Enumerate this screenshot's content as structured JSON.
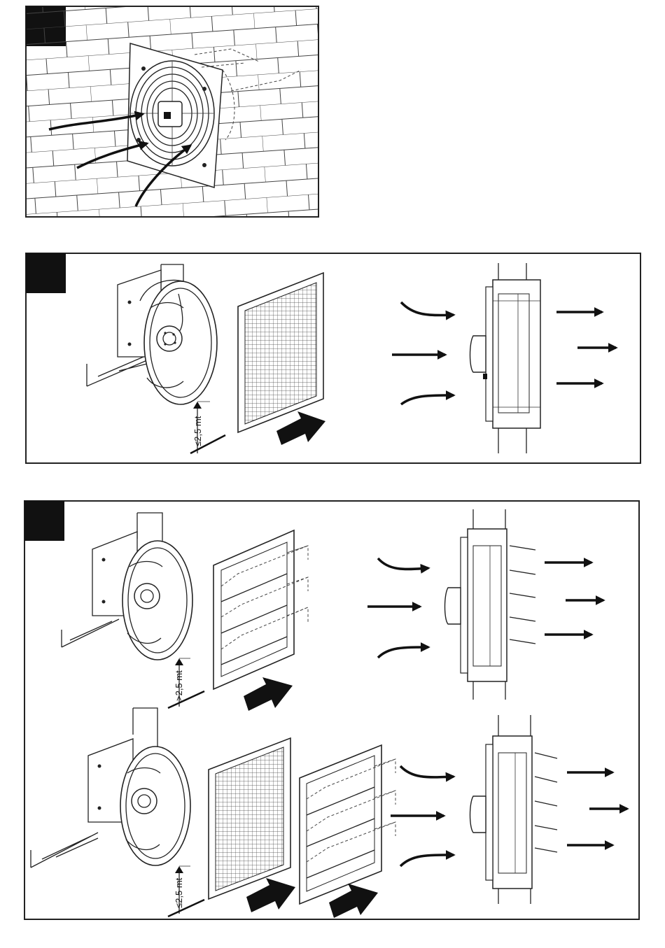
{
  "panels": [
    {
      "id": "wall-mount",
      "height_label": ""
    },
    {
      "id": "guard-installation",
      "height_label": "≤2,5 mt"
    },
    {
      "id": "shutter-installation",
      "height_label": ">2,5 mt"
    },
    {
      "id": "guard-and-shutter-installation",
      "height_label": "≤2,5 mt"
    }
  ],
  "colors": {
    "ink": "#111111",
    "background": "#ffffff",
    "step_badge": "#111111"
  },
  "icons": [
    "wall-fan-icon",
    "protection-grille-icon",
    "gravity-shutter-icon",
    "airflow-arrow-icon",
    "push-arrow-icon",
    "fan-side-view-icon"
  ]
}
